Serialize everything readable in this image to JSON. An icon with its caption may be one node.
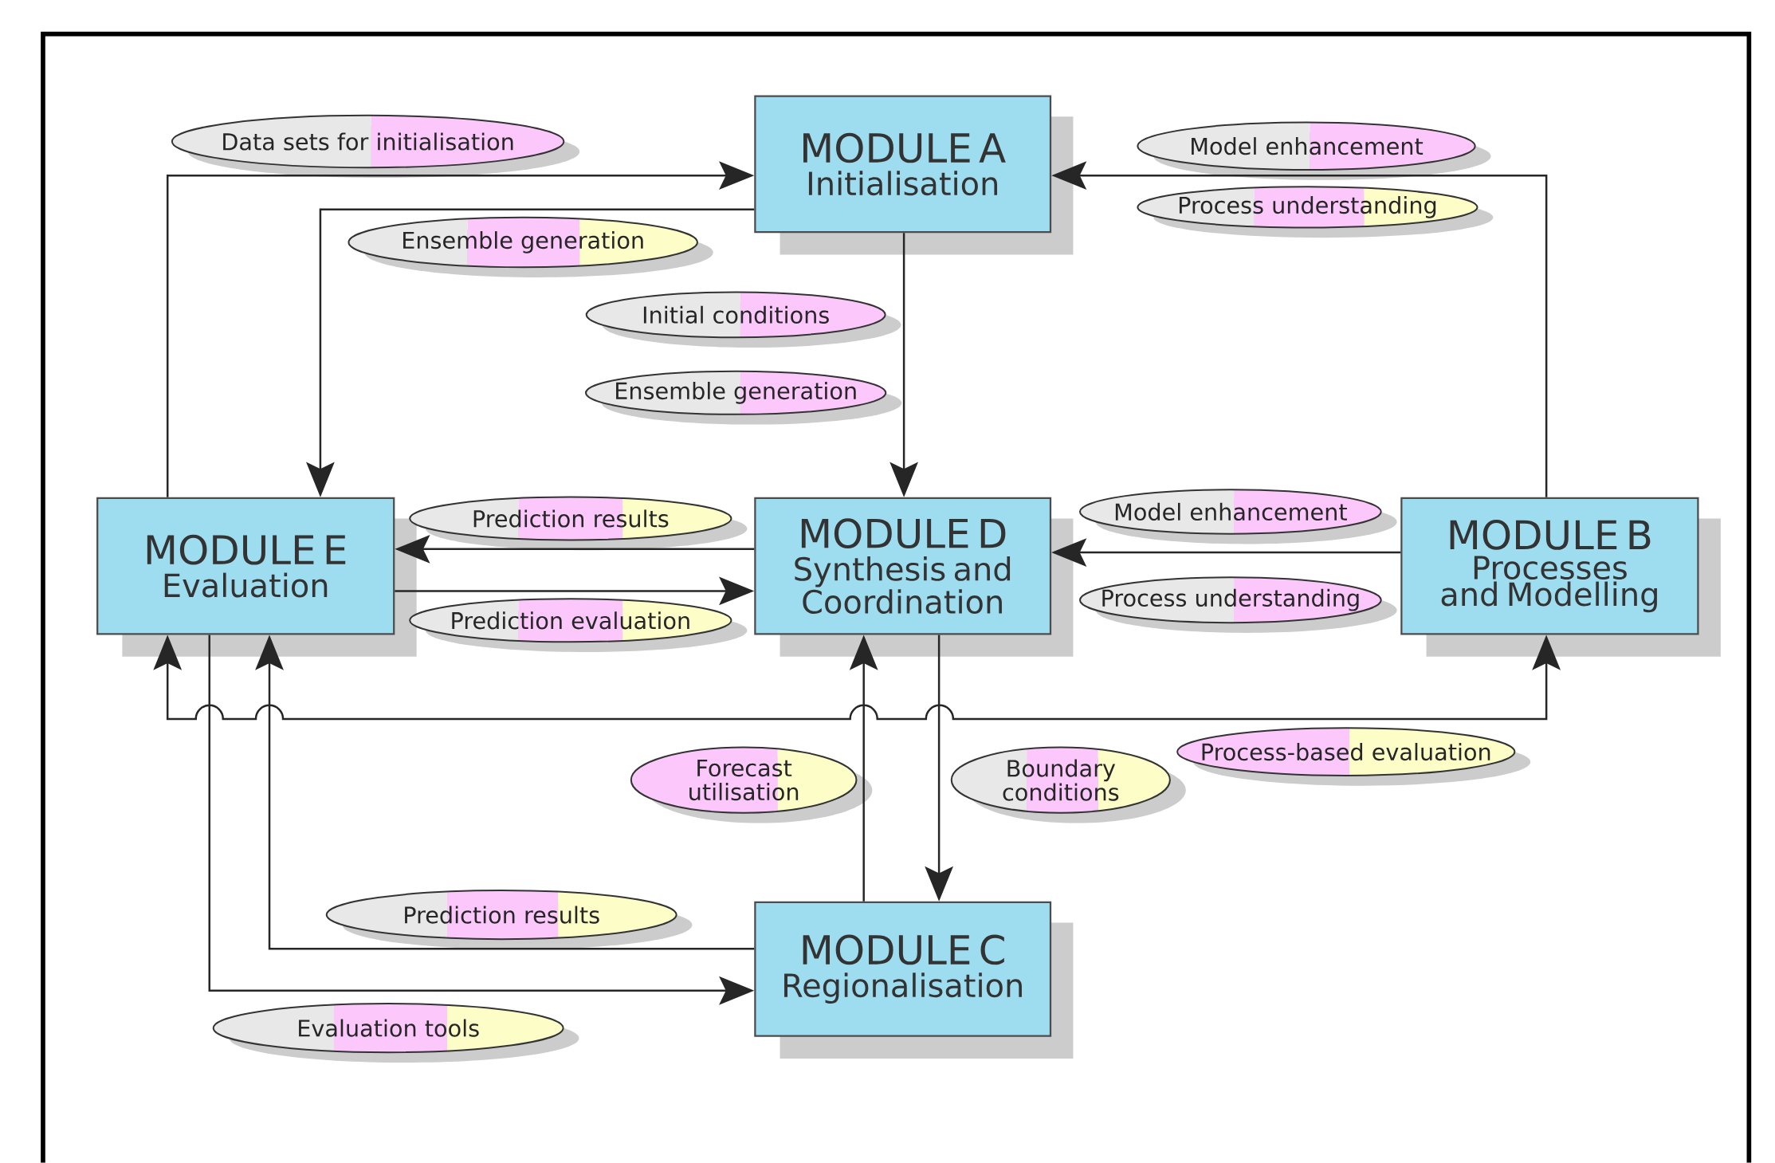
{
  "diagram": {
    "nodes": [
      {
        "text": [
          "MODULE A",
          "Initialisation"
        ]
      },
      {
        "text": [
          "MODULE E",
          "Evaluation"
        ]
      },
      {
        "text": [
          "MODULE D",
          "Synthesis and Coordination"
        ]
      },
      {
        "text": [
          "MODULE B",
          "Processes and Modelling"
        ]
      },
      {
        "text": [
          "MODULE C",
          "Regionalisation"
        ]
      },
      {
        "text": [
          "Data sets for initialisation"
        ]
      },
      {
        "text": [
          "Model enhancement"
        ]
      },
      {
        "text": [
          "Process understanding"
        ]
      },
      {
        "text": [
          "Ensemble generation"
        ]
      },
      {
        "text": [
          "Initial conditions"
        ]
      },
      {
        "text": [
          "Ensemble generation"
        ]
      },
      {
        "text": [
          "Prediction results"
        ]
      },
      {
        "text": [
          "Model enhancement"
        ]
      },
      {
        "text": [
          "Prediction evaluation"
        ]
      },
      {
        "text": [
          "Process understanding"
        ]
      },
      {
        "text": [
          "Forecast utilisation"
        ]
      },
      {
        "text": [
          "Boundary conditions"
        ]
      },
      {
        "text": [
          "Process-based evaluation"
        ]
      },
      {
        "text": [
          "Prediction results"
        ]
      },
      {
        "text": [
          "Evaluation tools"
        ]
      }
    ],
    "edges": [
      {
        "from": 1,
        "to": 0,
        "arrow": "to"
      },
      {
        "from": 0,
        "to": 1,
        "arrow": "to"
      },
      {
        "from": 3,
        "to": 0,
        "arrow": "to"
      },
      {
        "from": 0,
        "to": 2,
        "arrow": "to"
      },
      {
        "from": 2,
        "to": 1,
        "arrow": "to"
      },
      {
        "from": 1,
        "to": 2,
        "arrow": "to"
      },
      {
        "from": 3,
        "to": 2,
        "arrow": "to"
      },
      {
        "from": 4,
        "to": 2,
        "arrow": "to"
      },
      {
        "from": 2,
        "to": 4,
        "arrow": "to"
      },
      {
        "from": 4,
        "to": 1,
        "arrow": "to"
      },
      {
        "from": 1,
        "to": 4,
        "arrow": "to"
      },
      {
        "from": 1,
        "to": 3,
        "arrow": "both"
      }
    ]
  }
}
